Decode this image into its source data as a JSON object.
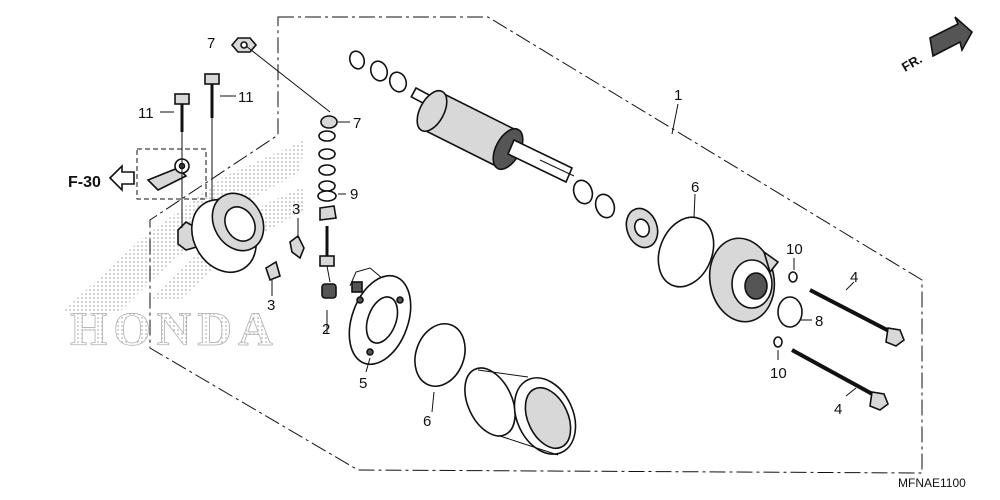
{
  "diagram": {
    "brand_watermark": "HONDA",
    "direction_label": "FR.",
    "reference_label": "F-30",
    "diagram_code": "MFNAE1100",
    "callouts": [
      {
        "id": "c1",
        "text": "1"
      },
      {
        "id": "c2",
        "text": "2"
      },
      {
        "id": "c3a",
        "text": "3"
      },
      {
        "id": "c3b",
        "text": "3"
      },
      {
        "id": "c4a",
        "text": "4"
      },
      {
        "id": "c4b",
        "text": "4"
      },
      {
        "id": "c5",
        "text": "5"
      },
      {
        "id": "c6a",
        "text": "6"
      },
      {
        "id": "c6b",
        "text": "6"
      },
      {
        "id": "c7a",
        "text": "7"
      },
      {
        "id": "c7b",
        "text": "7"
      },
      {
        "id": "c8",
        "text": "8"
      },
      {
        "id": "c9",
        "text": "9"
      },
      {
        "id": "c10a",
        "text": "10"
      },
      {
        "id": "c10b",
        "text": "10"
      },
      {
        "id": "c11a",
        "text": "11"
      },
      {
        "id": "c11b",
        "text": "11"
      }
    ]
  },
  "colors": {
    "line": "#111111",
    "watermark": "#c8c8c8",
    "background": "#ffffff"
  }
}
